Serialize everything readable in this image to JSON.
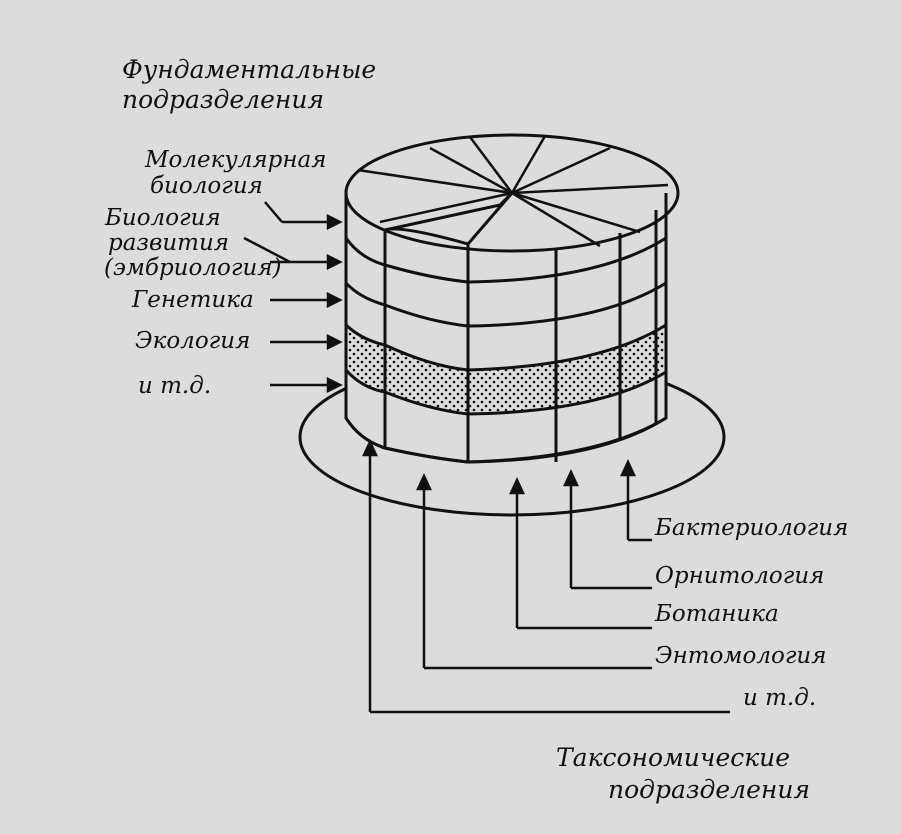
{
  "top_caption": {
    "line1": "Фундаментальные",
    "line2": "подразделения"
  },
  "fundamental": {
    "molecular": {
      "line1": "Молекулярная",
      "line2": "биология"
    },
    "developmental": {
      "line1": "Биология",
      "line2": "развития",
      "line3": "(эмбриология)"
    },
    "genetics": "Генетика",
    "ecology": "Экология",
    "etc": "и т.д."
  },
  "taxonomic": {
    "bacteriology": "Бактериология",
    "ornithology": "Орнитология",
    "botany": "Ботаника",
    "entomology": "Энтомология",
    "etc": "и т.д."
  },
  "bottom_caption": {
    "line1": "Таксономические",
    "line2": "подразделения"
  },
  "colors": {
    "ink": "#111111",
    "paper": "#dcdcdc",
    "ghost": "#c8c8c8"
  }
}
